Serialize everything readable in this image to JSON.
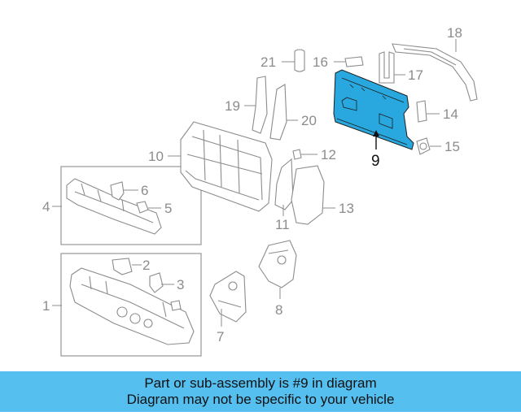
{
  "diagram": {
    "highlight_color": "#29a8e0",
    "line_color": "#8c8c8c",
    "callouts": {
      "c1": "1",
      "c2": "2",
      "c3": "3",
      "c4": "4",
      "c5": "5",
      "c6": "6",
      "c7": "7",
      "c8": "8",
      "c9": "9",
      "c10": "10",
      "c11": "11",
      "c12": "12",
      "c13": "13",
      "c14": "14",
      "c15": "15",
      "c16": "16",
      "c17": "17",
      "c18": "18",
      "c19": "19",
      "c20": "20",
      "c21": "21"
    }
  },
  "banner": {
    "color": "#55bff0",
    "line1": "Part or sub-assembly is #9 in diagram",
    "line2": "Diagram may not be specific to your vehicle"
  }
}
